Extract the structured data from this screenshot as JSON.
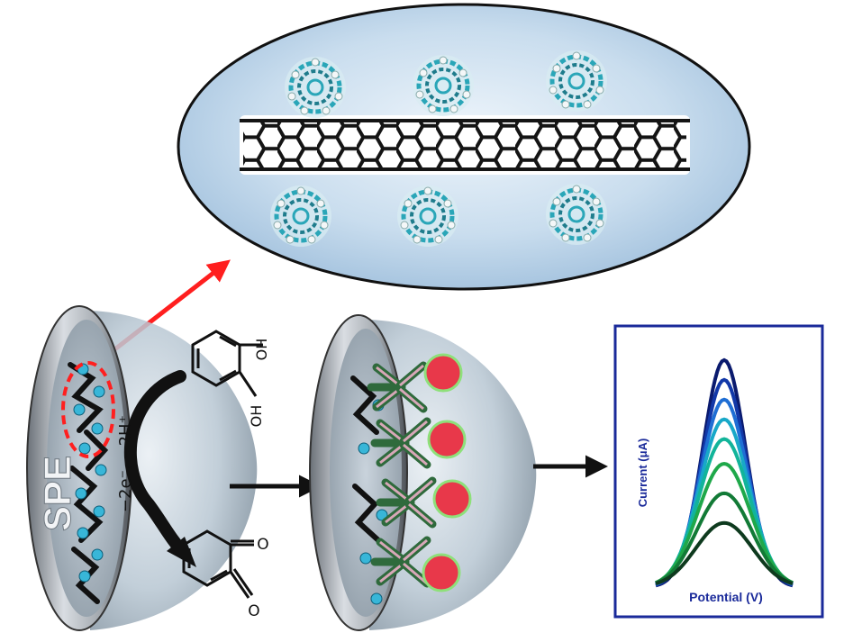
{
  "electrode": {
    "label": "SPE"
  },
  "reaction": {
    "electron_label": "−2e⁻, −2H⁺",
    "reactant_group_top": "OH",
    "reactant_group_bottom": "OH",
    "product_group_top": "O",
    "product_group_bottom": "O"
  },
  "graph": {
    "ylabel": "Current (μA)",
    "xlabel": "Potential (V)",
    "series_colors": [
      "#0a1a6e",
      "#1238a8",
      "#1f6ed4",
      "#18a8c8",
      "#12b49a",
      "#1fa84a",
      "#127a36",
      "#0e3a1e"
    ],
    "series_peak_levels": [
      0.92,
      0.84,
      0.76,
      0.68,
      0.6,
      0.5,
      0.38,
      0.26
    ],
    "frame_color": "#1a2a9a"
  },
  "colors": {
    "zoom_arrow": "#ff1f1f",
    "flow_arrow": "#111111",
    "bubble_fill": "#c6dcee",
    "antigen": "#e8384a",
    "antibody": "#2f6a3c",
    "bead": "#38b6d8"
  }
}
